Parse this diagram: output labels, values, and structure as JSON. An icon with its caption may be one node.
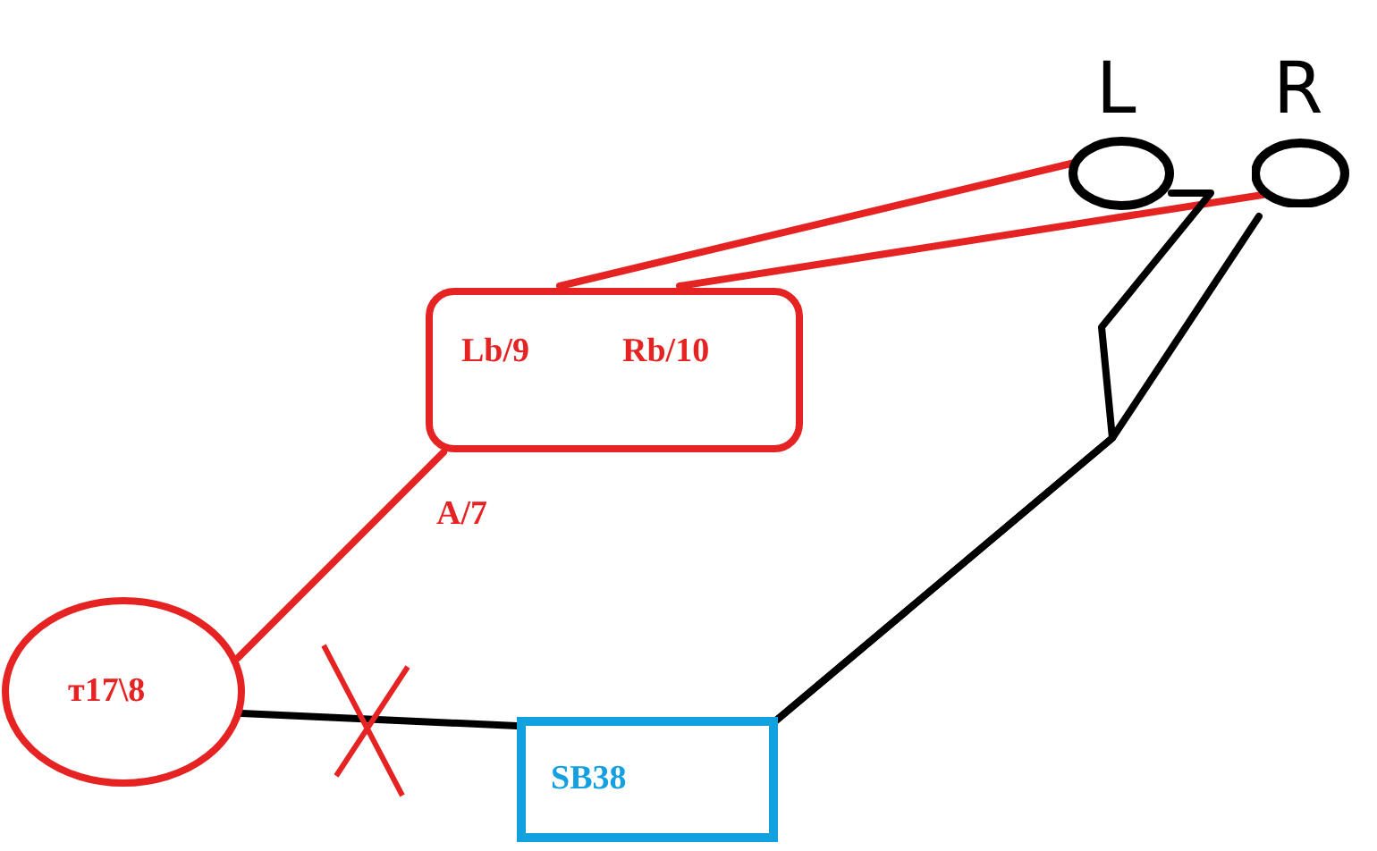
{
  "diagram": {
    "nodes": [
      {
        "text": [
          "L"
        ]
      },
      {
        "text": [
          "R"
        ]
      },
      {
        "text": [
          "Lb/9",
          "Rb/10"
        ]
      },
      {
        "text": [
          "т17\\8"
        ]
      },
      {
        "text": [
          "SB38"
        ]
      }
    ],
    "edges": [
      {
        "from": 0,
        "to": 2,
        "arrow": "none"
      },
      {
        "from": 1,
        "to": 2,
        "arrow": "none"
      },
      {
        "from": 2,
        "to": 3,
        "arrow": "none",
        "label": "A/7"
      },
      {
        "from": 3,
        "to": 4,
        "arrow": "none",
        "color": "#000000"
      },
      {
        "from": 0,
        "to": 4,
        "arrow": "none",
        "color": "#000000"
      },
      {
        "from": 1,
        "to": 4,
        "arrow": "none",
        "color": "#000000"
      }
    ]
  }
}
